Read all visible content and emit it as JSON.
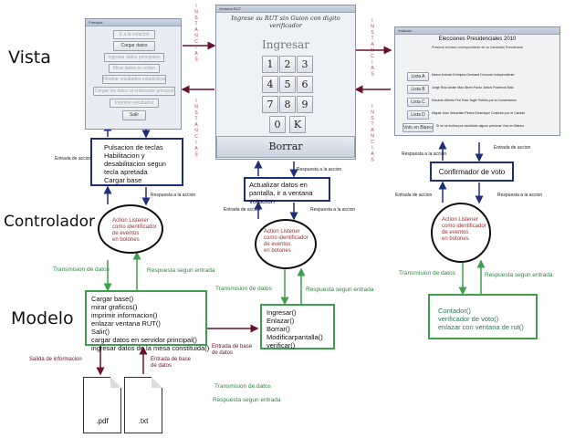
{
  "layers": {
    "vista": "Vista",
    "controlador": "Controlador",
    "modelo": "Modelo"
  },
  "instancias": "INSTANCIAS",
  "win_principal": {
    "title": "Principal",
    "buttons": [
      "E a la votacion",
      "Cargar datos",
      "Ingresar datos principales",
      "Mirar datos en orden",
      "Mostrar resultados estadisticos",
      "Cargar los datos al ordenador principal",
      "Imprimir resultados",
      "Salir"
    ]
  },
  "win_votacion": {
    "title": "Ventana RUT",
    "heading": "Ingrese su RUT sin Guion con digito verificador",
    "input_label": "Ingresar",
    "keys": [
      "1",
      "2",
      "3",
      "4",
      "5",
      "6",
      "7",
      "8",
      "9",
      "0",
      "K"
    ],
    "borrar": "Borrar"
  },
  "win_elecciones": {
    "title": "Votacion",
    "heading": "Elecciones Presidenciales 2010",
    "subheading": "Presione el boton correspondiente de su Candidato Presidencial",
    "options": [
      {
        "button": "Lista A",
        "name": "Marco Antonio Enriquez-Ominami Gumucio Independiente"
      },
      {
        "button": "Lista B",
        "name": "Jorge Rolo Arrate Mac-Niven Pacto Juntos Podemos Mas"
      },
      {
        "button": "Lista C",
        "name": "Eduardo Alberto Frei Ruiz-Tagle Partido por la Concertacion"
      },
      {
        "button": "Lista D",
        "name": "Miguel Juan Sebastian Pinera Echenique Coalicion por el Cambio"
      }
    ],
    "blank_button": "Voto en Blanco",
    "blank_text": "Si no se inclina por candidato alguno presione Voto en Blanco"
  },
  "vista_boxes": {
    "left": [
      "Pulsacion de teclas",
      "Habilitacion y",
      "desabilitacion segun",
      "tecla apretada",
      "Cargar base"
    ],
    "middle": [
      "Actualizar datos en",
      "pantalla, ir a ventana",
      "votacion"
    ],
    "right": "Confirmador de voto"
  },
  "arrow_labels": {
    "entrada_accion": "Entrada de accion",
    "respuesta_accion": "Respuesta a la accion",
    "transmision": "Transmision de datos",
    "respuesta_entrada": "Respuesta segun entrada",
    "entrada_base": "Entrada de base de datos",
    "salida_info": "Salida de informacion"
  },
  "listener": [
    "Action Listener",
    "como identificador",
    "de eventos",
    "en botones"
  ],
  "model_left": [
    "Cargar base()",
    "mirar graficos()",
    "imprimir informacion()",
    "enlazar ventana RUT()",
    "Salir()",
    "cargar datos en servidor principal()",
    "ingresar datos de la mesa constituida()"
  ],
  "model_middle": [
    "Ingresar()",
    "Enlazar()",
    "Borrar()",
    "Modificarpantalla()",
    "verificar()"
  ],
  "model_right": [
    "Contador()",
    "verificador de voto()",
    "enlazar con ventana de rut()"
  ],
  "files": [
    ".pdf",
    ".txt"
  ],
  "legend": {
    "transmision": "Transmision de datos",
    "respuesta": "Respuesta segun entrada"
  }
}
